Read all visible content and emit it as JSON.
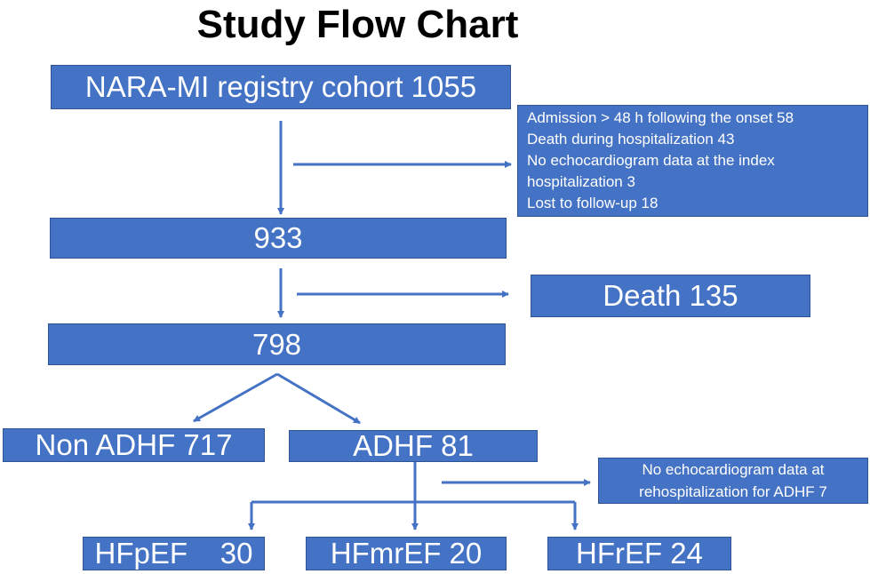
{
  "title": "Study Flow Chart",
  "colors": {
    "box_fill": "#4472c4",
    "box_border": "#2f5597",
    "arrow": "#4472c4",
    "text": "#ffffff"
  },
  "nodes": {
    "registry": "NARA-MI registry cohort 1055",
    "after_exclusion": "933",
    "after_death": "798",
    "non_adhf": "Non ADHF 717",
    "adhf": "ADHF 81",
    "hfpef": "HFpEF    30",
    "hfmref": "HFmrEF 20",
    "hfref": "HFrEF 24"
  },
  "exclusions": {
    "first": [
      "Admission > 48 h following the onset 58",
      "Death during hospitalization 43",
      "No echocardiogram data at the index",
      "hospitalization 3",
      "Lost to follow-up 18"
    ],
    "death": "Death 135",
    "rehosp": [
      "No echocardiogram data at",
      "rehospitalization for ADHF 7"
    ]
  }
}
